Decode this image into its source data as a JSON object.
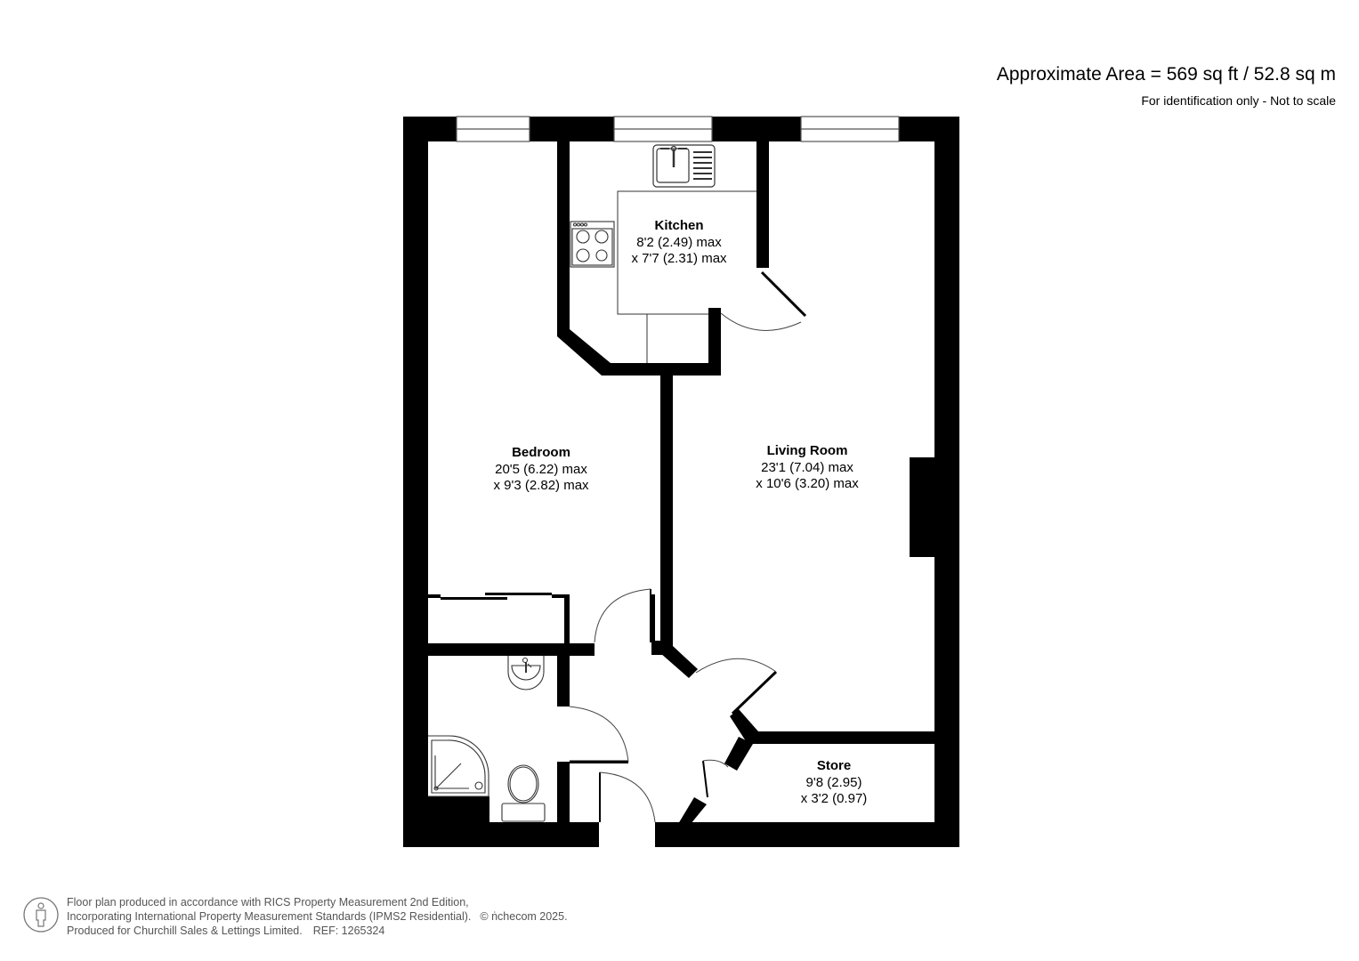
{
  "header": {
    "area_title": "Approximate Area = 569 sq ft / 52.8 sq m",
    "area_note": "For identification only - Not to scale"
  },
  "rooms": [
    {
      "name": "Kitchen",
      "dim1": "8'2 (2.49) max",
      "dim2": "x 7'7 (2.31) max"
    },
    {
      "name": "Bedroom",
      "dim1": "20'5 (6.22) max",
      "dim2": "x 9'3 (2.82) max"
    },
    {
      "name": "Living Room",
      "dim1": "23'1 (7.04) max",
      "dim2": "x 10'6 (3.20) max"
    },
    {
      "name": "Store",
      "dim1": "9'8 (2.95)",
      "dim2": "x 3'2 (0.97)"
    }
  ],
  "fixtures": [
    "sink-icon",
    "hob-icon",
    "basin-icon",
    "shower-icon",
    "toilet-icon",
    "wardrobe"
  ],
  "footer": {
    "line1": "Floor plan produced in accordance with RICS Property Measurement 2nd Edition,",
    "line2": "Incorporating International Property Measurement Standards (IPMS2 Residential).",
    "copyright": "© ṅchecom 2025.",
    "line3": "Produced for Churchill Sales & Lettings Limited.",
    "ref": "REF: 1265324"
  },
  "colors": {
    "wall": "#000000",
    "background": "#ffffff",
    "footer_text": "#555555",
    "fixture_line": "#333333"
  }
}
